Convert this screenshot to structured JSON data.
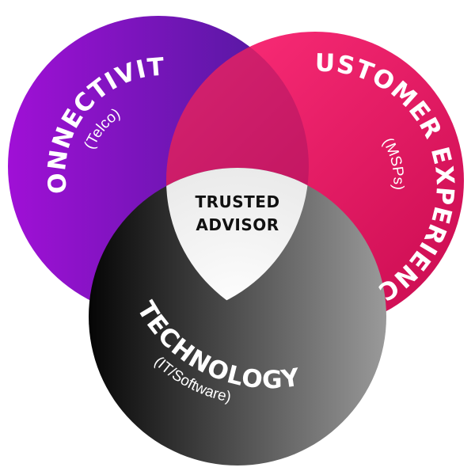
{
  "diagram": {
    "connectivity": {
      "title": "CONNECTIVITY",
      "subtitle": "(Telco)",
      "color_start": "#a010d6",
      "color_end": "#4a1a9a"
    },
    "customer_experience": {
      "title": "CUSTOMER EXPERIENCE",
      "subtitle": "(MSPs)",
      "color_start": "#ff2f7a",
      "color_end": "#c80a4f"
    },
    "technology": {
      "title": "TECHNOLOGY",
      "subtitle": "(IT/Software)",
      "color_start": "#050505",
      "color_end": "#9a9a9a"
    },
    "center": {
      "line1": "TRUSTED",
      "line2": "ADVISOR",
      "color": "#e6e6e6"
    }
  }
}
